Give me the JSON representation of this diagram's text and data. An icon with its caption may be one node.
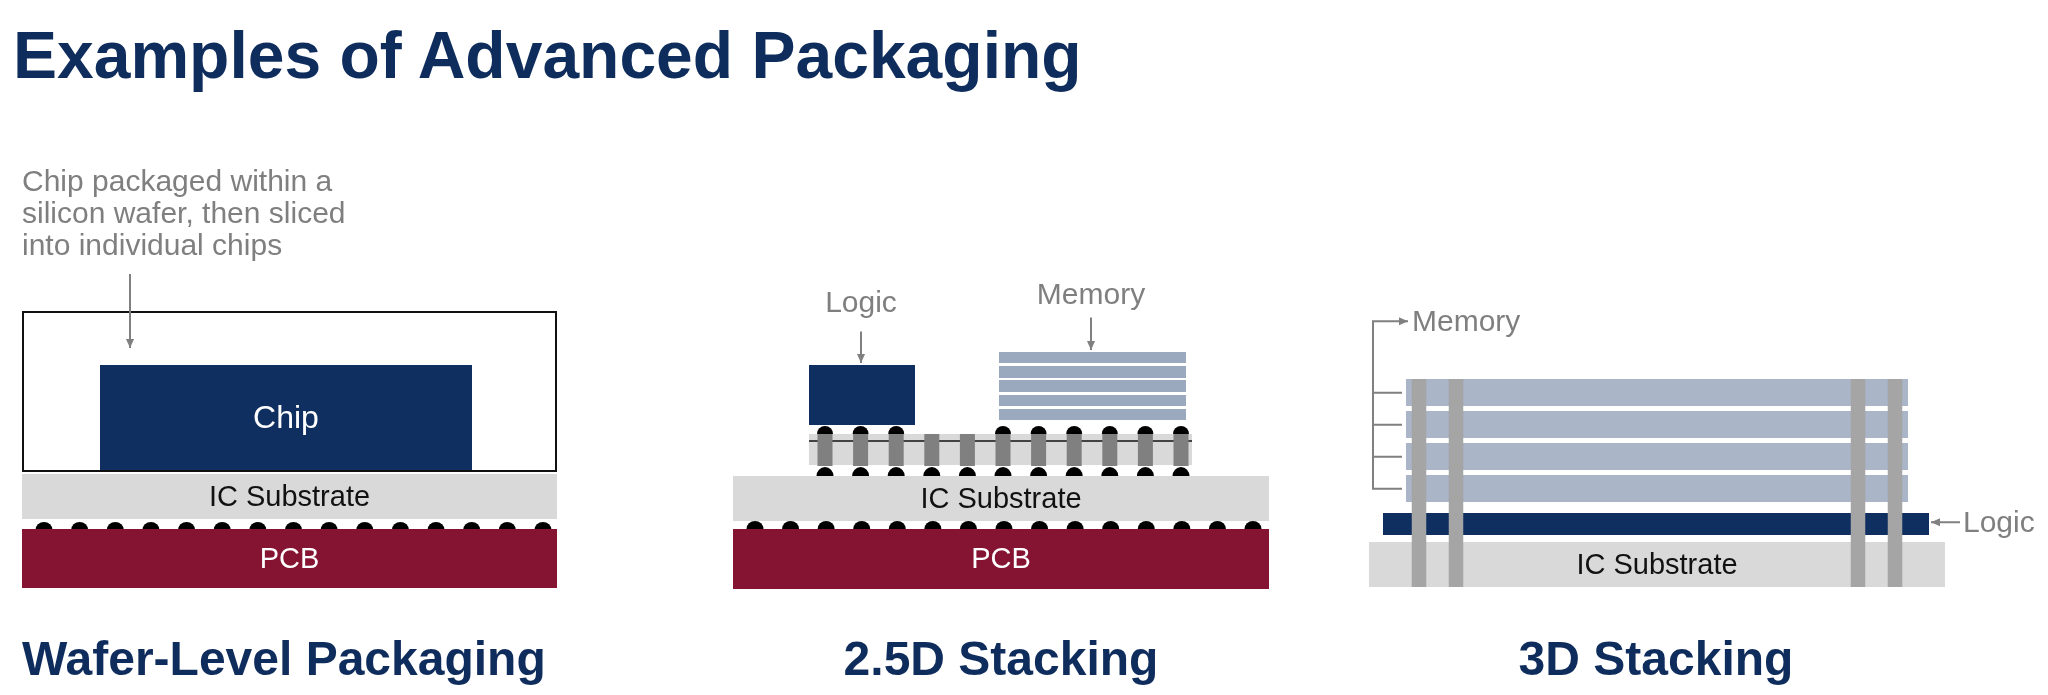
{
  "diagram": {
    "title": "Examples of Advanced Packaging",
    "nodes": [
      {
        "text": [
          "Chip packaged within a silicon wafer, then sliced into individual chips"
        ]
      },
      {
        "text": [],
        "shape": "box"
      },
      {
        "text": [
          "Chip"
        ],
        "in": 1
      },
      {
        "text": [
          "IC Substrate"
        ]
      },
      {
        "text": [
          "PCB"
        ]
      },
      {
        "text": [
          "Logic"
        ]
      },
      {
        "text": [],
        "shape": "box"
      },
      {
        "text": [
          "Memory"
        ]
      },
      {
        "text": [],
        "shape": "box"
      },
      {
        "text": [
          "IC Substrate"
        ]
      },
      {
        "text": [
          "PCB"
        ]
      },
      {
        "text": [
          "Memory"
        ]
      },
      {
        "text": [],
        "shape": "box"
      },
      {
        "text": [],
        "shape": "box"
      },
      {
        "text": [
          "Logic"
        ]
      },
      {
        "text": [
          "IC Substrate"
        ]
      }
    ],
    "edges": [
      {
        "from": 0,
        "to": 1,
        "arrow": "to"
      },
      {
        "from": 5,
        "to": 6,
        "arrow": "to"
      },
      {
        "from": 7,
        "to": 8,
        "arrow": "to"
      },
      {
        "from": 12,
        "to": 11,
        "arrow": "to"
      },
      {
        "from": 14,
        "to": 13,
        "arrow": "to"
      }
    ],
    "labels": [
      "Wafer-Level Packaging",
      "2.5D Stacking",
      "3D Stacking"
    ]
  }
}
